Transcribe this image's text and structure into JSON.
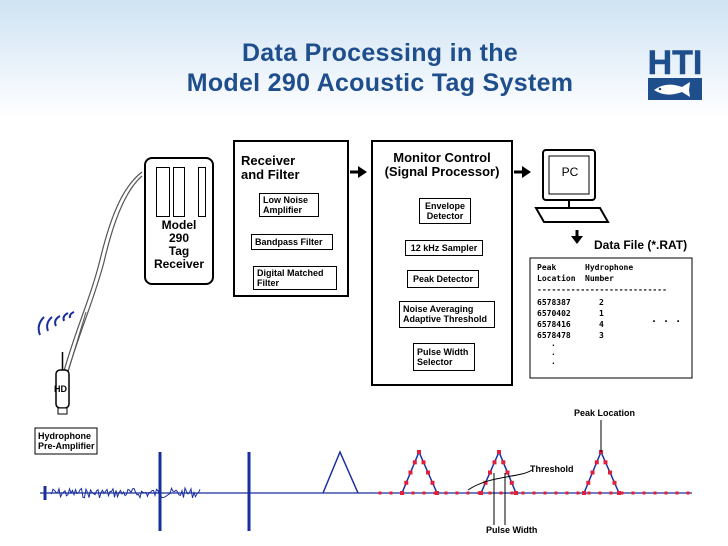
{
  "title": {
    "line1": "Data Processing in the",
    "line2": "Model 290 Acoustic Tag System"
  },
  "logo": {
    "text": "HTI"
  },
  "receiver_unit": {
    "label_l1": "Model",
    "label_l2": "290",
    "label_l3": "Tag",
    "label_l4": "Receiver"
  },
  "receiver_filter": {
    "header_l1": "Receiver",
    "header_l2": "and Filter",
    "blocks": [
      {
        "l1": "Low Noise",
        "l2": "Amplifier"
      },
      {
        "l1": "Bandpass Filter",
        "l2": ""
      },
      {
        "l1": "Digital Matched",
        "l2": "Filter"
      }
    ]
  },
  "monitor_control": {
    "header_l1": "Monitor Control",
    "header_l2": "(Signal Processor)",
    "blocks": [
      {
        "l1": "Envelope",
        "l2": "Detector"
      },
      {
        "l1": "12 kHz Sampler",
        "l2": ""
      },
      {
        "l1": "Peak Detector",
        "l2": ""
      },
      {
        "l1": "Noise Averaging",
        "l2": "Adaptive Threshold"
      },
      {
        "l1": "Pulse Width",
        "l2": "Selector"
      }
    ]
  },
  "pc": {
    "label": "PC"
  },
  "data_file": {
    "title": "Data File (*.RAT)",
    "col1_l1": "Peak",
    "col1_l2": "Location",
    "col2_l1": "Hydrophone",
    "col2_l2": "Number",
    "sep1": "----------",
    "sep2": "-----------------",
    "rows": [
      {
        "loc": "6578387",
        "num": "2"
      },
      {
        "loc": "6570402",
        "num": "1"
      },
      {
        "loc": "6578416",
        "num": "4"
      },
      {
        "loc": "6578478",
        "num": "3"
      }
    ],
    "ellipsis": ". . ."
  },
  "hydrophone": {
    "tag": "HD",
    "label_l1": "Hydrophone",
    "label_l2": "Pre-Amplifier"
  },
  "signal": {
    "peak_location": "Peak Location",
    "threshold": "Threshold",
    "pulse_width": "Pulse Width"
  },
  "colors": {
    "title": "#1f4e8c",
    "signal": "#1a2f9e",
    "samples": "#e0203a"
  }
}
